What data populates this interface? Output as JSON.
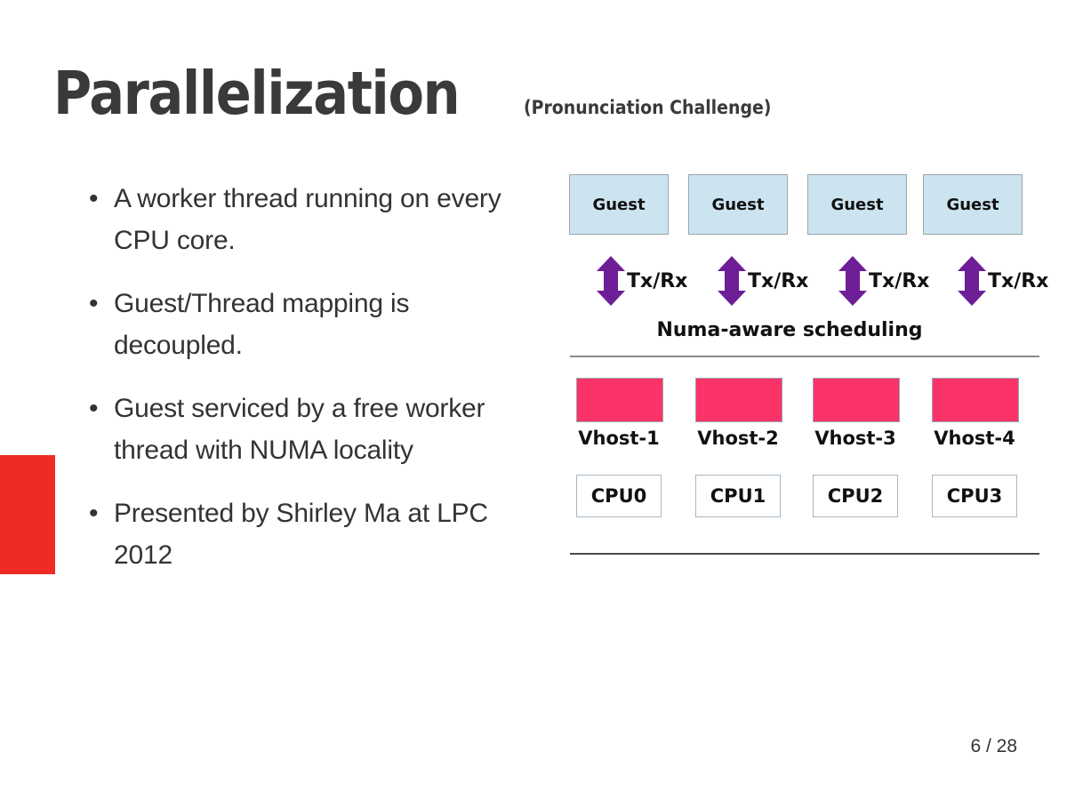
{
  "slide": {
    "title": "Parallelization",
    "subtitle": "(Pronunciation Challenge)",
    "page_number": "6 / 28",
    "accent_color": "#EE2B24"
  },
  "bullets": [
    {
      "marker": "•",
      "text": "A worker thread running on every CPU core."
    },
    {
      "marker": "•",
      "text": "Guest/Thread mapping is decoupled."
    },
    {
      "marker": "•",
      "text": "Guest serviced by a free worker thread with NUMA locality"
    },
    {
      "marker": "•",
      "text": "Presented by Shirley Ma at LPC 2012"
    }
  ],
  "diagram": {
    "guests": [
      {
        "label": "Guest"
      },
      {
        "label": "Guest"
      },
      {
        "label": "Guest"
      },
      {
        "label": "Guest"
      }
    ],
    "arrows": [
      {
        "label": "Tx/Rx"
      },
      {
        "label": "Tx/Rx"
      },
      {
        "label": "Tx/Rx"
      },
      {
        "label": "Tx/Rx"
      }
    ],
    "scheduling_label": "Numa-aware scheduling",
    "vhosts": [
      {
        "label": "Vhost-1"
      },
      {
        "label": "Vhost-2"
      },
      {
        "label": "Vhost-3"
      },
      {
        "label": "Vhost-4"
      }
    ],
    "cpus": [
      {
        "label": "CPU0"
      },
      {
        "label": "CPU1"
      },
      {
        "label": "CPU2"
      },
      {
        "label": "CPU3"
      }
    ],
    "colors": {
      "guest_fill": "#CCE4F0",
      "guest_border": "#9AA5AE",
      "arrow": "#6E1E96",
      "vhost_fill": "#FA3368",
      "cpu_border": "#A9B6C2",
      "divider": "#8A8A8A"
    }
  }
}
